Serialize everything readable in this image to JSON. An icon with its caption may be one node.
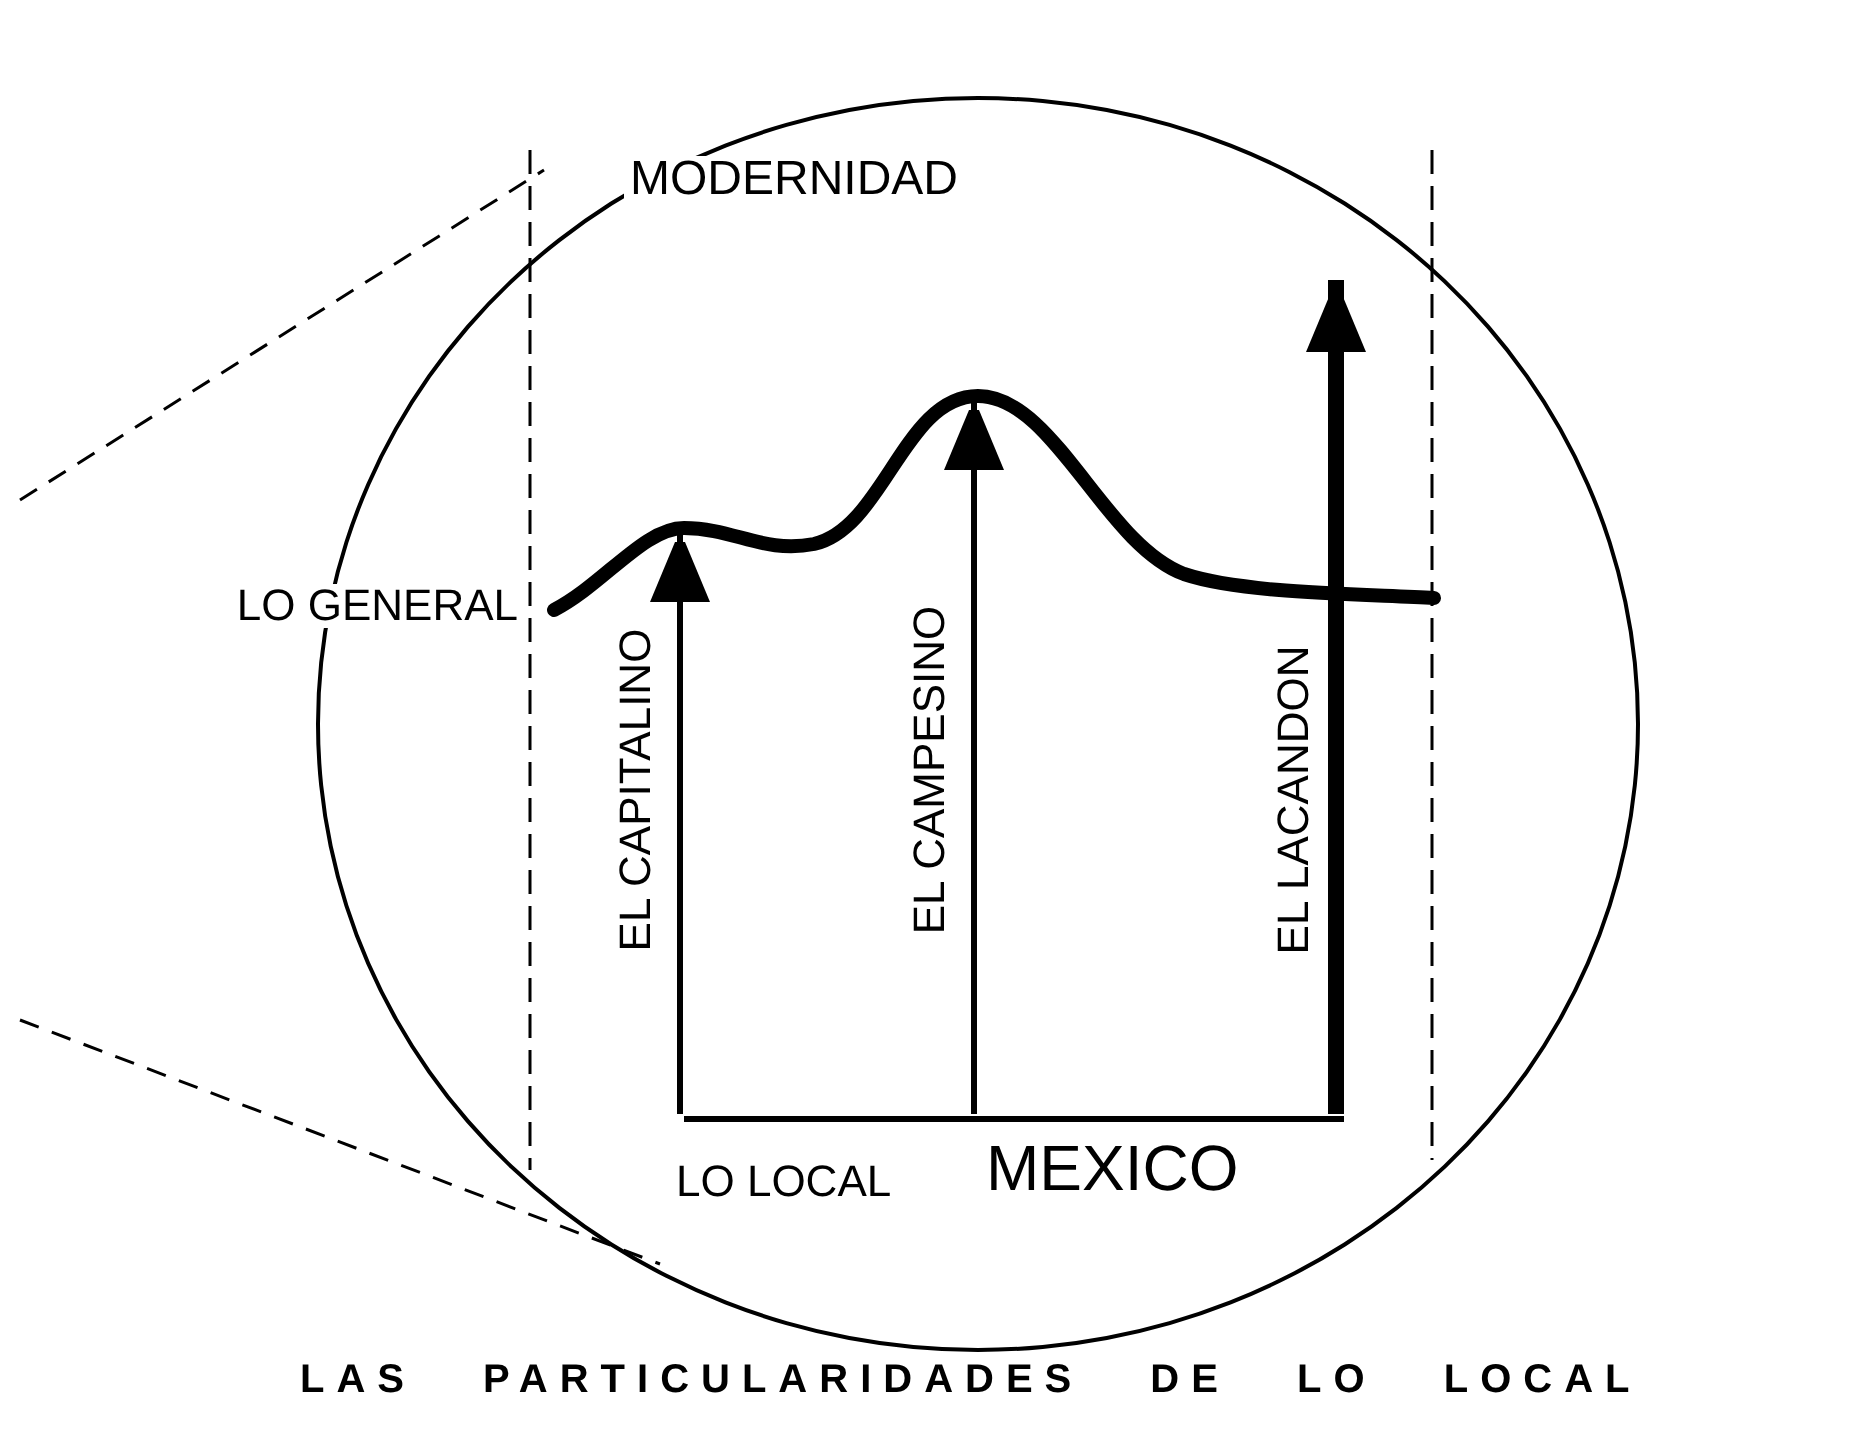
{
  "diagram": {
    "caption": "LAS PARTICULARIDADES DE LO LOCAL",
    "nodes": [
      {
        "text": [],
        "shape": "circle"
      },
      {
        "text": [],
        "shape": "bar",
        "in": 0
      },
      {
        "text": [],
        "shape": "curve",
        "in": 0,
        "beside": [
          "LO GENERAL"
        ]
      }
    ],
    "edges": [
      {
        "from": 1,
        "to": 2,
        "arrow": "to",
        "label": "EL CAPITALINO"
      },
      {
        "from": 1,
        "to": 2,
        "arrow": "to",
        "label": "EL CAMPESINO"
      },
      {
        "from": 1,
        "to": null,
        "arrow": "to",
        "label": "EL LACANDON",
        "style": "thick"
      }
    ],
    "labels": [
      "MODERNIDAD",
      "LO LOCAL",
      "MEXICO"
    ]
  }
}
